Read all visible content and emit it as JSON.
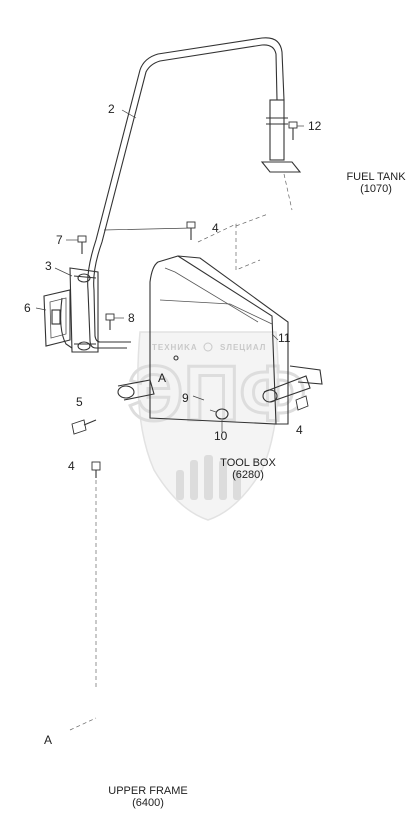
{
  "callouts": {
    "n2": "2",
    "n12": "12",
    "n7": "7",
    "n4_top": "4",
    "n3": "3",
    "n6": "6",
    "n8": "8",
    "n11": "11",
    "n9": "9",
    "n5": "5",
    "n10": "10",
    "n4_right": "4",
    "n4_left": "4"
  },
  "references": {
    "a_upper": "A",
    "a_lower": "A"
  },
  "labels": {
    "fuel_tank_name": "FUEL TANK",
    "fuel_tank_code": "(1070)",
    "tool_box_name": "TOOL BOX",
    "tool_box_code": "(6280)",
    "upper_frame_name": "UPPER FRAME",
    "upper_frame_code": "(6400)"
  },
  "watermark": {
    "left_word": "TEXHИKA",
    "right_word": "SЛЕЦИАЛ",
    "big": "ЭПФ"
  }
}
